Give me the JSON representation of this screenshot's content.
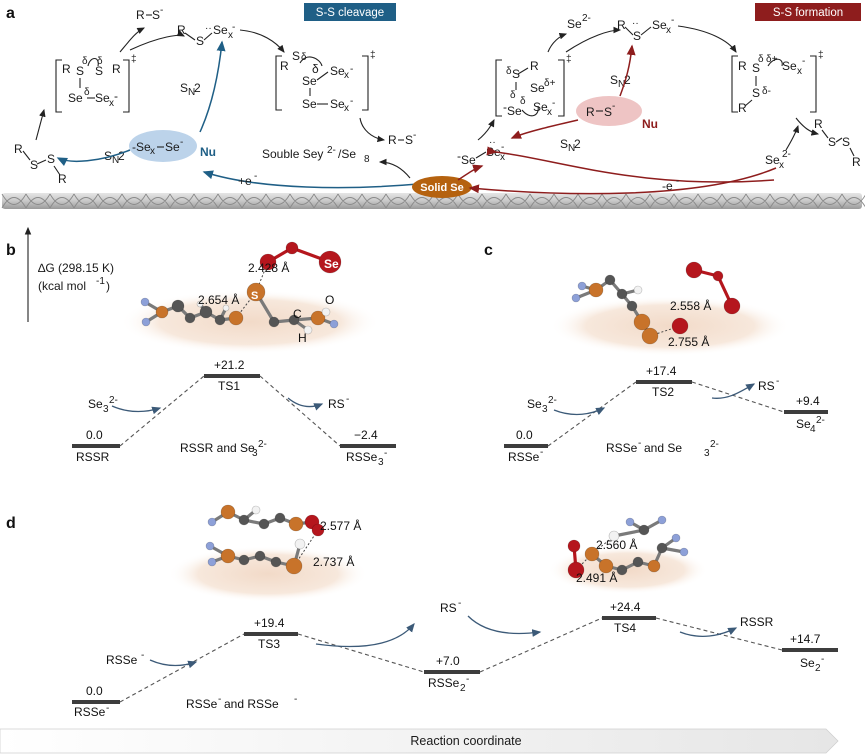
{
  "panel_labels": {
    "a": "a",
    "b": "b",
    "c": "c",
    "d": "d"
  },
  "badges": {
    "cleavage": {
      "text": "S-S cleavage",
      "color": "#1f5f86"
    },
    "formation": {
      "text": "S-S formation",
      "color": "#8e1d1d"
    }
  },
  "panel_a": {
    "rs_top": "R–S",
    "rs_chain_left": "R",
    "rs_chain_s": "S",
    "rs_chain_sex": "Se",
    "se2_top": "Se",
    "rsse_top_r": "R",
    "rsse_top_s": "S",
    "rsse_top_sex": "Se",
    "sn2": "S",
    "nu": "Nu",
    "nu_species_left": "Se",
    "nu_species_left2": "Se",
    "nu_species_right": "R–S",
    "soluble": "Souble Sey",
    "soluble2": "/Se",
    "plus_e": "+e",
    "minus_e": "-e",
    "solid_se": "Solid Se",
    "sex2_right": "Se",
    "ts_dagger": "‡",
    "rsr": "R",
    "rss_s": "S",
    "rsss_s": "S",
    "rsss_r": "R",
    "delta": "δ",
    "se_minus": "Se",
    "rs_out": "R–S",
    "se_seg": "Se"
  },
  "panel_b": {
    "yaxis": "∆G (298.15 K)",
    "yaxis2": "(kcal mol",
    "levels": {
      "reactant": {
        "value": "0.0",
        "name": "RSSR"
      },
      "ts": {
        "value": "+21.2",
        "name": "TS1"
      },
      "product": {
        "value": "−2.4",
        "name": "RSSe"
      }
    },
    "incoming": "Se",
    "outgoing": "RS",
    "center_label": "RSSR and Se",
    "atoms": {
      "se": "Se",
      "s": "S",
      "c": "C",
      "o": "O",
      "h": "H"
    },
    "d1": "2.428 Å",
    "d2": "2.654 Å"
  },
  "panel_c": {
    "levels": {
      "reactant": {
        "value": "0.0",
        "name": "RSSe"
      },
      "ts": {
        "value": "+17.4",
        "name": "TS2"
      },
      "product": {
        "value": "+9.4",
        "name": "Se"
      }
    },
    "incoming": "Se",
    "outgoing": "RS",
    "center_label": "RSSe",
    "center_label2": " and Se",
    "d1": "2.558 Å",
    "d2": "2.755 Å"
  },
  "panel_d": {
    "levels": {
      "reactant": {
        "value": "0.0",
        "name": "RSSe"
      },
      "ts3": {
        "value": "+19.4",
        "name": "TS3"
      },
      "int": {
        "value": "+7.0",
        "name": "RSSe"
      },
      "ts4": {
        "value": "+24.4",
        "name": "TS4"
      },
      "product": {
        "value": "+14.7",
        "name": "Se"
      }
    },
    "incoming": "RSSe",
    "rs_mid": "RS",
    "rssr_out": "RSSR",
    "center_label": "RSSe",
    "center_label2": " and RSSe",
    "d1": "2.577 Å",
    "d2": "2.737 Å",
    "d3": "2.560 Å",
    "d4": "2.491 Å"
  },
  "xaxis": "Reaction coordinate",
  "colors": {
    "orange": "#c8732a",
    "red": "#b5161d",
    "gray": "#555555",
    "blue_atom": "#8da0d8",
    "ellipse_blue": "#bcd3ea",
    "ellipse_red": "#eec4c4",
    "solid_se": "#b5620f"
  }
}
